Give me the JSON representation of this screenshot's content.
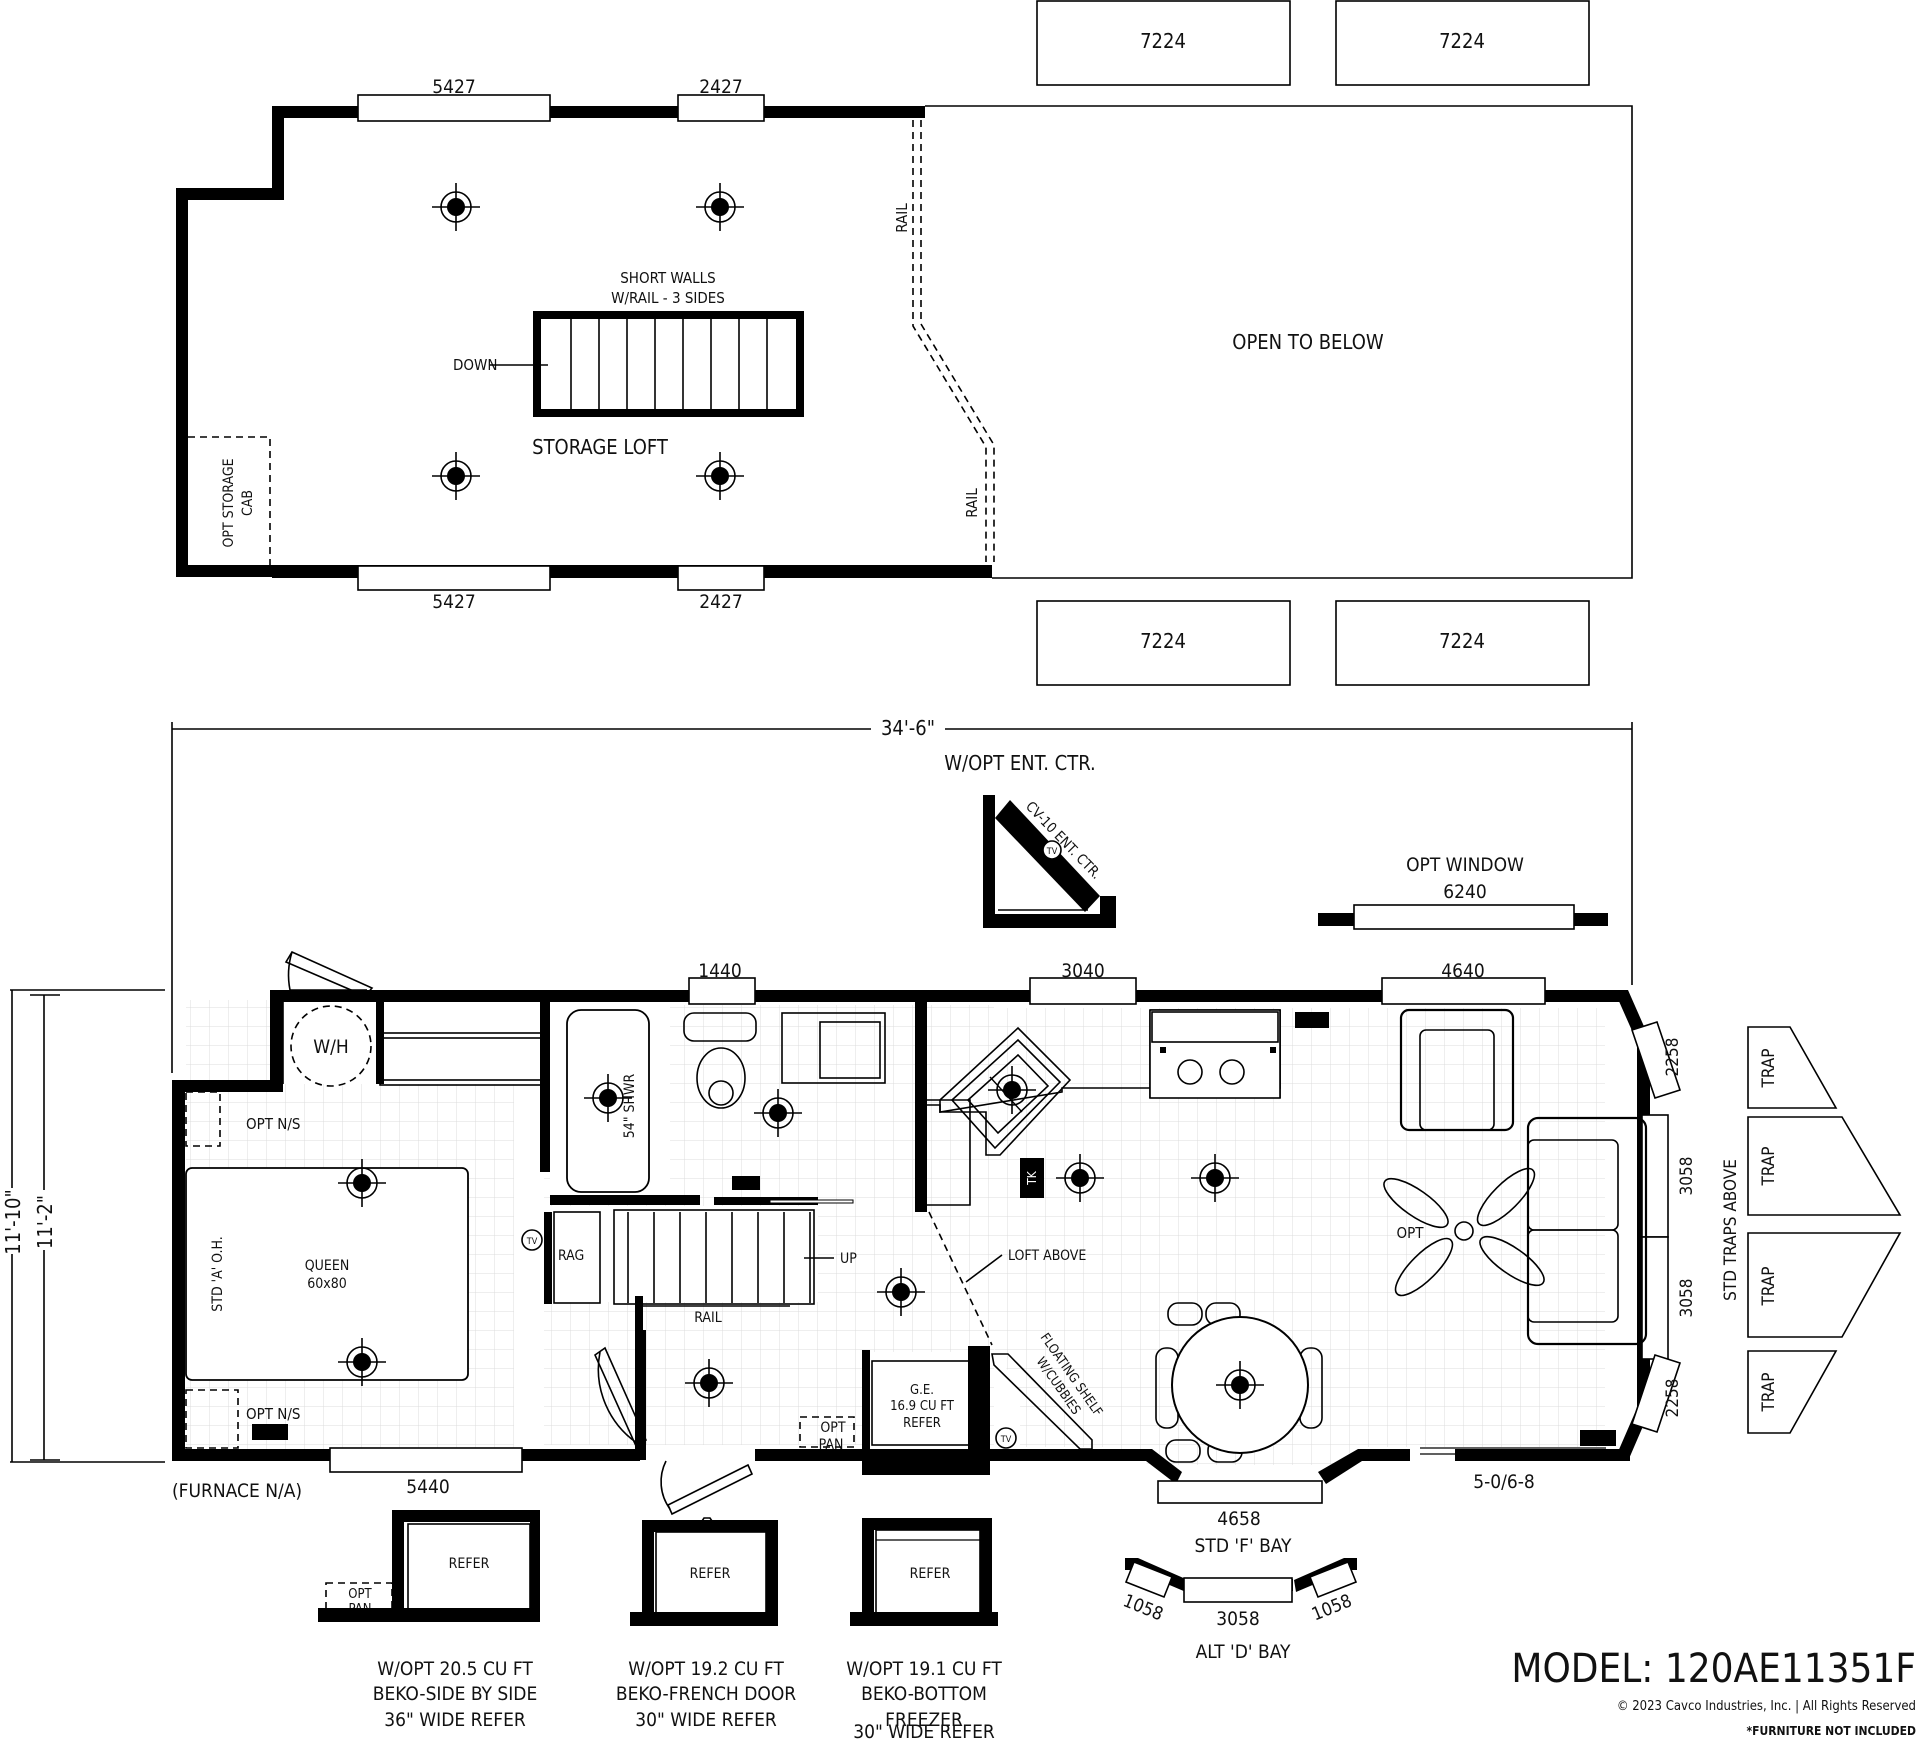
{
  "loft": {
    "windows_top": [
      "5427",
      "2427"
    ],
    "windows_bottom": [
      "5427",
      "2427"
    ],
    "skylights_top": [
      "7224",
      "7224"
    ],
    "skylights_bottom": [
      "7224",
      "7224"
    ],
    "rail_label": "RAIL",
    "stair_note_line1": "SHORT WALLS",
    "stair_note_line2": "W/RAIL - 3 SIDES",
    "down_label": "DOWN",
    "room_label": "STORAGE LOFT",
    "open_label": "OPEN TO BELOW",
    "cab_line1": "OPT STORAGE",
    "cab_line2": "CAB"
  },
  "main": {
    "overall_width": "34'-6\"",
    "dim_outer": "11'-10\"",
    "dim_inner": "11'-2\"",
    "ent_ctr_title": "W/OPT ENT. CTR.",
    "ent_ctr_label": "CV-10 ENT. CTR.",
    "tv": "TV",
    "opt_window_label": "OPT WINDOW",
    "opt_window_code": "6240",
    "win_1440": "1440",
    "win_3040": "3040",
    "win_4640": "4640",
    "win_5440": "5440",
    "win_2258": "2258",
    "win_3058": "3058",
    "door_slider": "5-0/6-8",
    "wh": "W/H",
    "opt_ns": "OPT N/S",
    "bed_line1": "QUEEN",
    "bed_line2": "60x80",
    "std_oh": "STD 'A' O.H.",
    "shower": "54\" SHWR",
    "rag": "RAG",
    "up": "UP",
    "rail": "RAIL",
    "loft_above": "LOFT ABOVE",
    "shelf_line1": "FLOATING SHELF",
    "shelf_line2": "W/CUBBIES",
    "fridge_line1": "G.E.",
    "fridge_line2": "16.9 CU FT",
    "fridge_line3": "REFER",
    "opt_pan_line1": "OPT",
    "opt_pan_line2": "PAN",
    "tk": "TK",
    "opt_fan": "OPT",
    "furnace": "(FURNACE N/A)",
    "trap": "TRAP",
    "std_traps": "STD TRAPS ABOVE"
  },
  "bay": {
    "std_code": "4658",
    "std_label": "STD 'F' BAY",
    "alt_side": "1058",
    "alt_center": "3058",
    "alt_label": "ALT 'D' BAY"
  },
  "options": [
    {
      "line1": "W/OPT 20.5 CU FT",
      "line2": "BEKO-SIDE BY SIDE",
      "line3": "36\" WIDE REFER",
      "line4": ""
    },
    {
      "line1": "W/OPT 19.2 CU FT",
      "line2": "BEKO-FRENCH DOOR",
      "line3": "30\" WIDE REFER",
      "line4": ""
    },
    {
      "line1": "W/OPT 19.1 CU FT",
      "line2": "BEKO-BOTTOM",
      "line3": "FREEZER",
      "line4": "30\" WIDE REFER"
    }
  ],
  "refer_label": "REFER",
  "footer": {
    "model": "MODEL: 120AE11351F",
    "copyright": "© 2023 Cavco Industries, Inc. | All Rights Reserved",
    "note": "*FURNITURE NOT INCLUDED"
  }
}
